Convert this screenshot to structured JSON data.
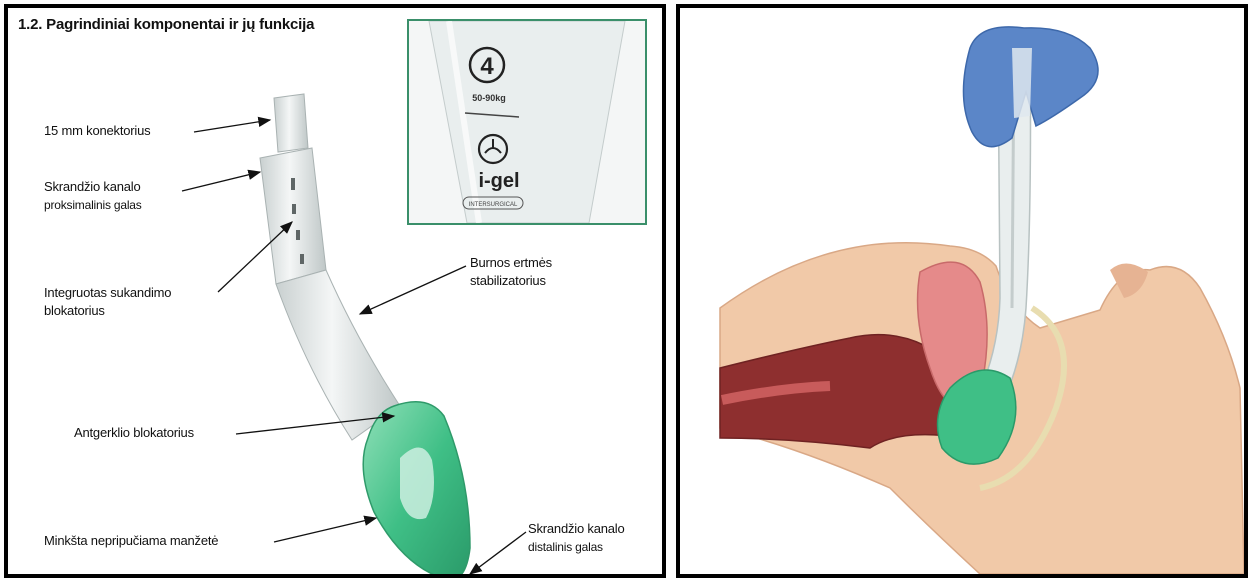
{
  "left_panel": {
    "title": "1.2.   Pagrindiniai komponentai ir jų funkcija",
    "labels": {
      "connector": "15 mm konektorius",
      "gastric_proximal_line1": "Skrandžio kanalo",
      "gastric_proximal_line2": "proksimalinis galas",
      "bite_block_line1": "Integruotas sukandimo",
      "bite_block_line2": "blokatorius",
      "stabilizer_line1": "Burnos ertmės",
      "stabilizer_line2": "stabilizatorius",
      "epiglottis_blocker": "Antgerklio blokatorius",
      "cuff": "Minkšta nepripučiama manžetė",
      "gastric_distal_line1": "Skrandžio kanalo",
      "gastric_distal_line2": "distalinis galas"
    },
    "inset": {
      "size_number": "4",
      "weight_text": "50-90kg",
      "brand": "i-gel",
      "maker": "INTERSURGICAL"
    }
  },
  "colors": {
    "cuff_green": "#3fbf86",
    "tube_clear": "#dfe4e4",
    "inset_border": "#3a8f6a",
    "glove_blue": "#5b86c8",
    "skin": "#f1c9a8",
    "airway_red": "#8e2f2f"
  }
}
